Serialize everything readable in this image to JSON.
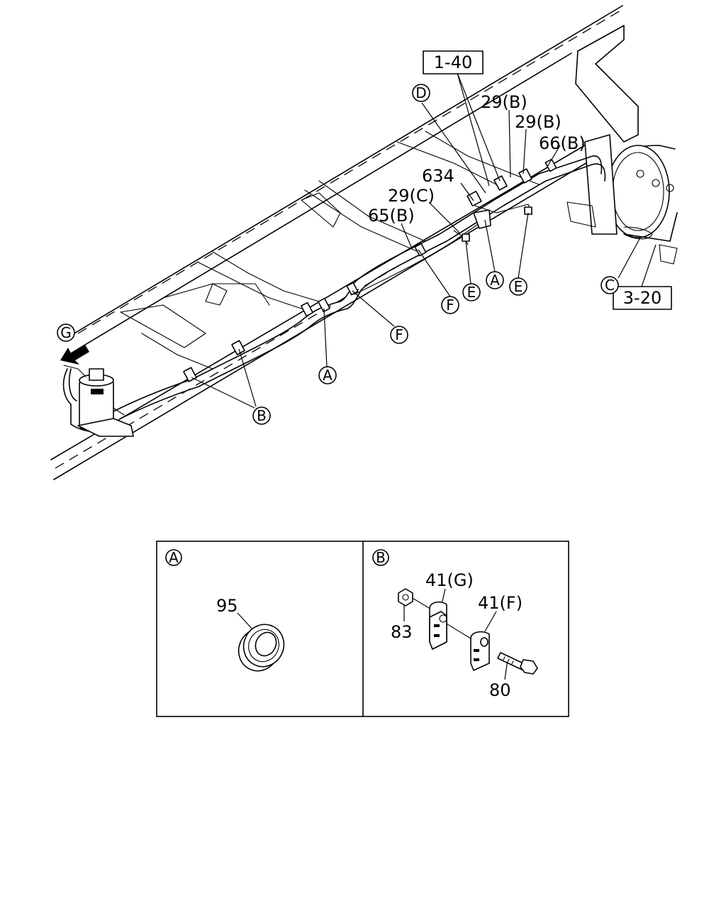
{
  "refs": {
    "r1": "1-40",
    "r2": "3-20"
  },
  "callouts": {
    "c_29b_1": "29(B)",
    "c_29b_2": "29(B)",
    "c_66b": "66(B)",
    "c_634": "634",
    "c_29c": "29(C)",
    "c_65b": "65(B)"
  },
  "circles": {
    "D": "D",
    "G": "G",
    "C": "C",
    "A1": "A",
    "E1": "E",
    "E2": "E",
    "F1": "F",
    "F2": "F",
    "A2": "A",
    "B": "B"
  },
  "detail_a": {
    "tag": "A",
    "part": "95"
  },
  "detail_b": {
    "tag": "B",
    "p41g": "41(G)",
    "p41f": "41(F)",
    "p83": "83",
    "p80": "80"
  }
}
